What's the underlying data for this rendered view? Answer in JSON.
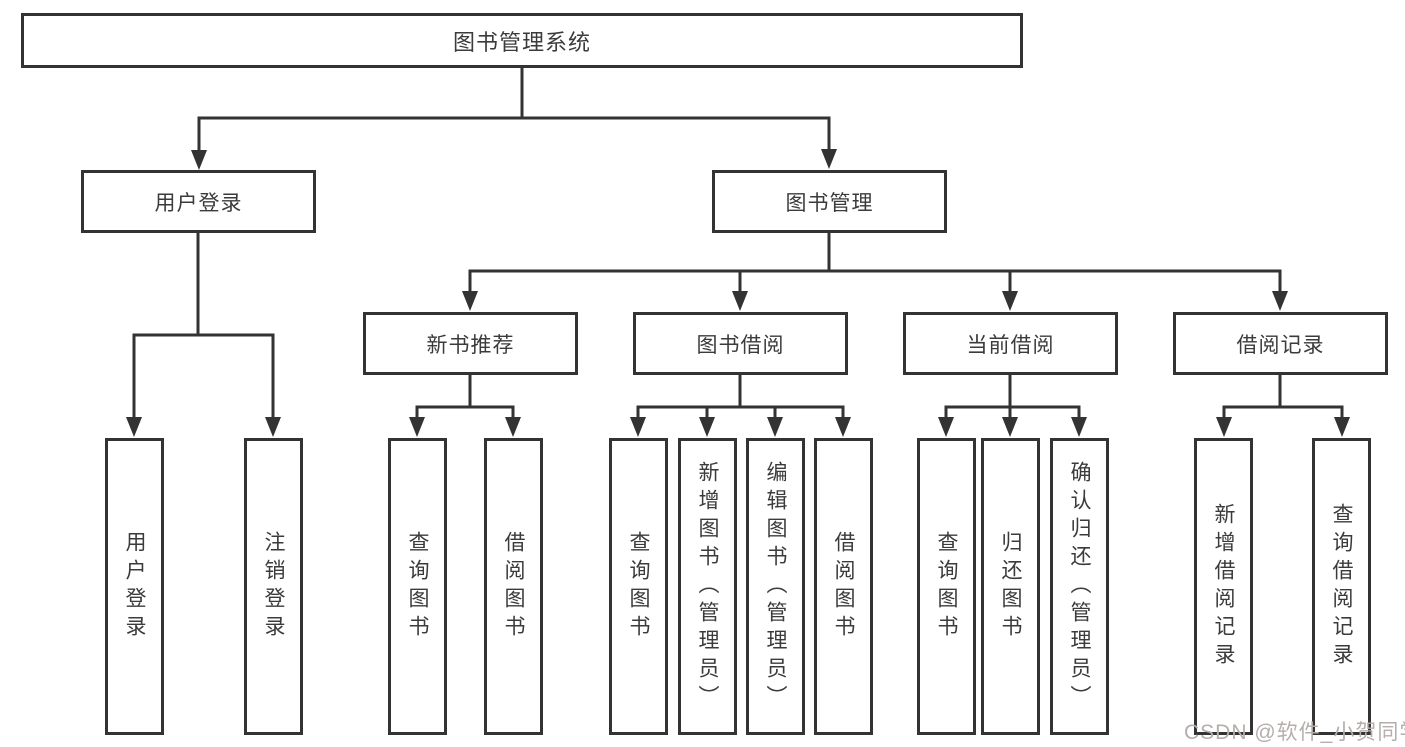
{
  "tree": {
    "label": "图书管理系统",
    "children": [
      {
        "label": "用户登录",
        "children": [
          {
            "label": "用户登录"
          },
          {
            "label": "注销登录"
          }
        ]
      },
      {
        "label": "图书管理",
        "children": [
          {
            "label": "新书推荐",
            "children": [
              {
                "label": "查询图书"
              },
              {
                "label": "借阅图书"
              }
            ]
          },
          {
            "label": "图书借阅",
            "children": [
              {
                "label": "查询图书"
              },
              {
                "label": "新增图书（管理员）"
              },
              {
                "label": "编辑图书（管理员）"
              },
              {
                "label": "借阅图书"
              }
            ]
          },
          {
            "label": "当前借阅",
            "children": [
              {
                "label": "查询图书"
              },
              {
                "label": "归还图书"
              },
              {
                "label": "确认归还（管理员）"
              }
            ]
          },
          {
            "label": "借阅记录",
            "children": [
              {
                "label": "新增借阅记录"
              },
              {
                "label": "查询借阅记录"
              }
            ]
          }
        ]
      }
    ]
  },
  "watermark": {
    "text": "CSDN @软件_小贺同学"
  },
  "colors": {
    "line": "#333333",
    "text": "#3b3b3b",
    "box_background": "#ffffff",
    "page_background": "#ffffff",
    "watermark": "#b5aeac"
  }
}
